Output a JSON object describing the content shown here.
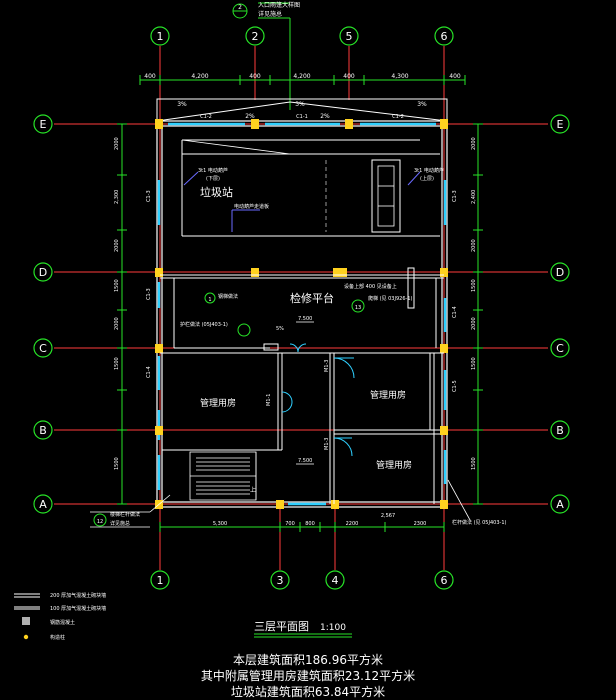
{
  "colors": {
    "background": "#000000",
    "grid_axis": "#ff3c3c",
    "bubble": "#27e327",
    "wall": "#ffffff",
    "window": "#2fd0ff",
    "column": "#ffd21f",
    "dimension": "#27e327",
    "text": "#ffffff",
    "leader": "#6a6aff"
  },
  "axes": {
    "top": [
      "1",
      "2",
      "5",
      "6"
    ],
    "bottom": [
      "1",
      "3",
      "4",
      "6"
    ],
    "rows": [
      "E",
      "D",
      "C",
      "B",
      "A"
    ]
  },
  "top_callout": {
    "number": "2",
    "line1": "入口雨篷大样图",
    "line2": "详见施总"
  },
  "top_dimensions": [
    "400",
    "4,200",
    "400",
    "4,200",
    "400",
    "4,300",
    "400"
  ],
  "slope_labels": [
    "3%",
    "3%",
    "2%",
    "2%",
    "3%"
  ],
  "bottom_dimensions": [
    "5,300",
    "700",
    "800",
    "2200",
    "2,567",
    "2300"
  ],
  "left_dimensions": [
    "2000",
    "2,300",
    "2000",
    "1500",
    "2000",
    "1500",
    "1500"
  ],
  "right_dimensions": [
    "2000",
    "2,400",
    "2000",
    "1500",
    "2000",
    "1500",
    "1500"
  ],
  "window_tags": [
    "C1-2",
    "C1-1",
    "C1-2",
    "C1-3",
    "C1-3",
    "C1-3",
    "C1-4",
    "C1-4",
    "C1-5"
  ],
  "door_tags": [
    "M1-1",
    "M1-3",
    "M1-3"
  ],
  "elevation_tags": [
    "7.500",
    "7.500"
  ],
  "rooms": {
    "garbage_station": "垃圾站",
    "maintenance_platform": "检修平台",
    "office_left": "管理用房",
    "office_right_upper": "管理用房",
    "office_right_lower": "管理用房"
  },
  "annotations": {
    "crane_left_1": "3t1 电动葫芦",
    "crane_left_2": "(下层)",
    "crane_right_1": "3t1 电动葫芦",
    "crane_right_2": "(上层)",
    "hoist_note": "电动葫芦走道板",
    "platform_note_1": "设备上部 400 见设备上",
    "platform_note_2": "爬梯 (见 03J926-1)",
    "platform_bubble": "1",
    "platform_bubble_label": "钢梯做法",
    "rail_note": "护栏做法 (05J403-1)",
    "small_note": "5%",
    "stair_mark": "上",
    "bottom_left_callout_num": "12",
    "bottom_left_callout_1": "楼梯栏杆做法",
    "bottom_left_callout_2": "详见施总",
    "bottom_right_note": "栏杆做法 (见 05J403-1)",
    "circle_13": "13"
  },
  "legend": {
    "item1": "200 厚加气混凝土砌块墙",
    "item2": "100 厚加气混凝土砌块墙",
    "item3": "钢筋混凝土",
    "item4": "构造柱"
  },
  "drawing_title": "三层平面图",
  "scale": "1:100",
  "area_notes": [
    "本层建筑面积186.96平方米",
    "其中附属管理用房建筑面积23.12平方米",
    "垃圾站建筑面积63.84平方米"
  ]
}
